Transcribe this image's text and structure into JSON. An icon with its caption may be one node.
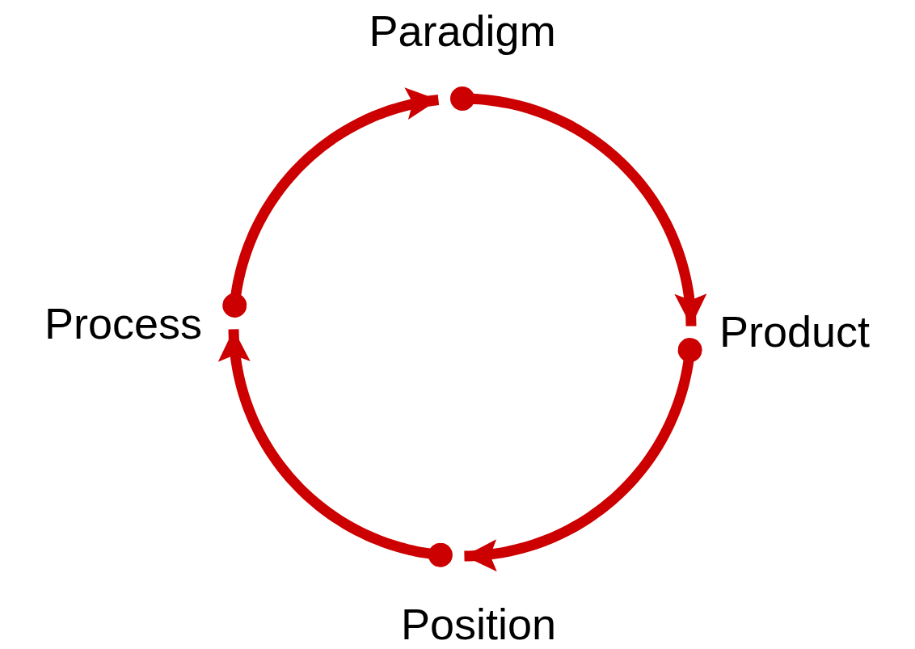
{
  "diagram": {
    "nodes": [
      {
        "text": [
          "Paradigm"
        ]
      },
      {
        "text": [
          "Product"
        ]
      },
      {
        "text": [
          "Position"
        ]
      },
      {
        "text": [
          "Process"
        ]
      }
    ],
    "edges": [
      {
        "from": 0,
        "to": 1,
        "arrow": "to"
      },
      {
        "from": 1,
        "to": 2,
        "arrow": "to"
      },
      {
        "from": 2,
        "to": 3,
        "arrow": "to"
      },
      {
        "from": 3,
        "to": 0,
        "arrow": "to"
      }
    ]
  }
}
